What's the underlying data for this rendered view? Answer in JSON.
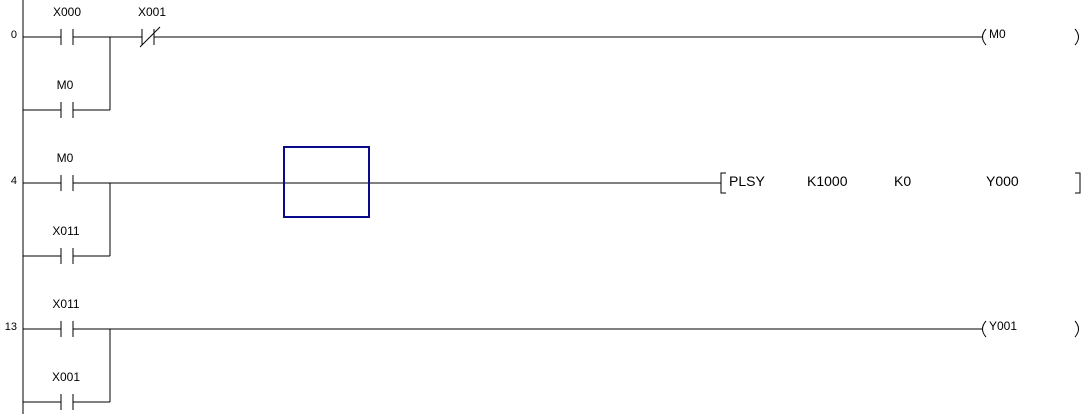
{
  "colors": {
    "wire": "#000000",
    "cursor": "#0a0a8c",
    "background": "#ffffff"
  },
  "rungs": [
    {
      "step": "0",
      "contacts": [
        {
          "label": "X000",
          "type": "normally-open"
        },
        {
          "label": "X001",
          "type": "normally-closed"
        },
        {
          "label": "M0",
          "type": "normally-open"
        }
      ],
      "output": {
        "kind": "coil",
        "label": "M0"
      }
    },
    {
      "step": "4",
      "contacts": [
        {
          "label": "M0",
          "type": "normally-open"
        },
        {
          "label": "X011",
          "type": "normally-open"
        }
      ],
      "output": {
        "kind": "instruction",
        "mnemonic": "PLSY",
        "operands": [
          "K1000",
          "K0",
          "Y000"
        ]
      }
    },
    {
      "step": "13",
      "contacts": [
        {
          "label": "X011",
          "type": "normally-open"
        },
        {
          "label": "X001",
          "type": "normally-open"
        }
      ],
      "output": {
        "kind": "coil",
        "label": "Y001"
      }
    }
  ]
}
